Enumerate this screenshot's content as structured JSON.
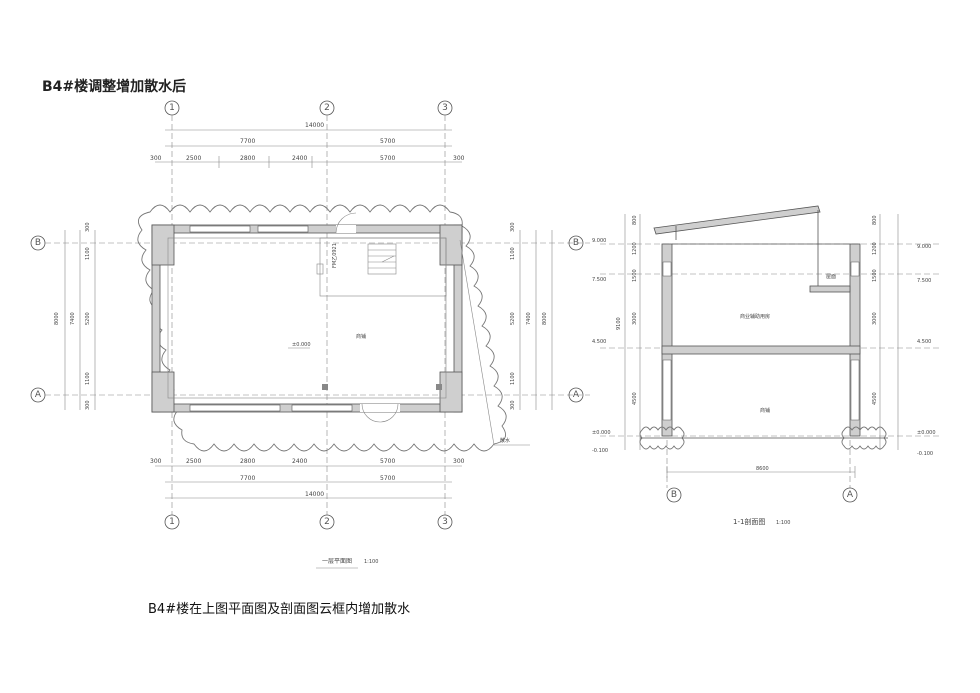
{
  "title": "B4#楼调整增加散水后",
  "caption": "B4#楼在上图平面图及剖面图云框内增加散水",
  "plan": {
    "axis_numbers": [
      "1",
      "2",
      "3"
    ],
    "axis_letters": [
      "B",
      "A"
    ],
    "dim_total": "14000",
    "dim_top_seg": [
      "7700",
      "5700"
    ],
    "dim_top_detail": [
      "2500",
      "2800",
      "2400",
      "5700"
    ],
    "dim_offset": "300",
    "dim_left_vert": [
      "300",
      "1100",
      "5200",
      "1100",
      "300"
    ],
    "dim_left_outer": [
      "8000",
      "7400"
    ],
    "room_label": "商铺",
    "elevation": "±0.000",
    "door_label": "FM乙0921",
    "callout": "散水",
    "plan_title": "一层平面图",
    "plan_scale": "1:100"
  },
  "section": {
    "levels": [
      "9.000",
      "7.500",
      "4.500",
      "±0.000",
      "-0.100"
    ],
    "dim_right": [
      "800",
      "1200",
      "1500",
      "3000",
      "4500"
    ],
    "dim_width": "8600",
    "axis_letters": [
      "B",
      "A"
    ],
    "room_upper": "商业辅助用房",
    "room_lower": "商铺",
    "roof_label": "屋面",
    "section_title": "1-1剖面图",
    "section_scale": "1:100"
  }
}
